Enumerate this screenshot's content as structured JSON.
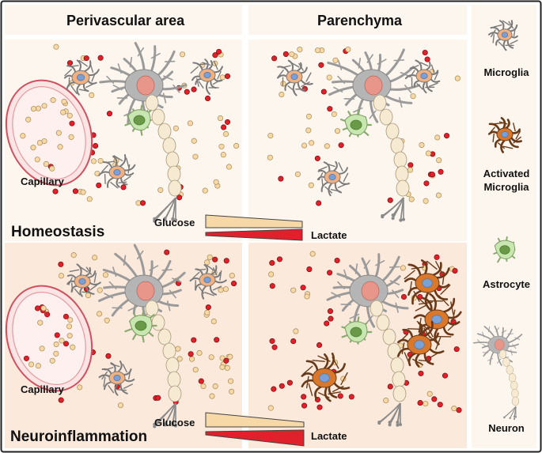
{
  "headers": {
    "perivascular": "Perivascular area",
    "parenchyma": "Parenchyma"
  },
  "states": {
    "homeostasis": "Homeostasis",
    "neuroinflammation": "Neuroinflammation"
  },
  "labels": {
    "capillary": "Capillary",
    "glucose": "Glucose",
    "lactate": "Lactate"
  },
  "legend": [
    {
      "label": "Microglia",
      "icon": "microglia-icon"
    },
    {
      "label": "Activated Microglia",
      "icon": "activated-microglia-icon"
    },
    {
      "label": "Astrocyte",
      "icon": "astrocyte-icon"
    },
    {
      "label": "Neuron",
      "icon": "neuron-icon"
    }
  ],
  "colors": {
    "glucose": "#f7d9a8",
    "lactate": "#e0202a",
    "microglia": "#f0b080",
    "activated_microglia": "#d9782a",
    "astrocyte": "#c8e6b0",
    "neuron": "#b8b8b8",
    "capillary": "#d05060",
    "top_panel_bg": "#fdf6ee",
    "bottom_panel_bg": "#fbe9dc"
  }
}
